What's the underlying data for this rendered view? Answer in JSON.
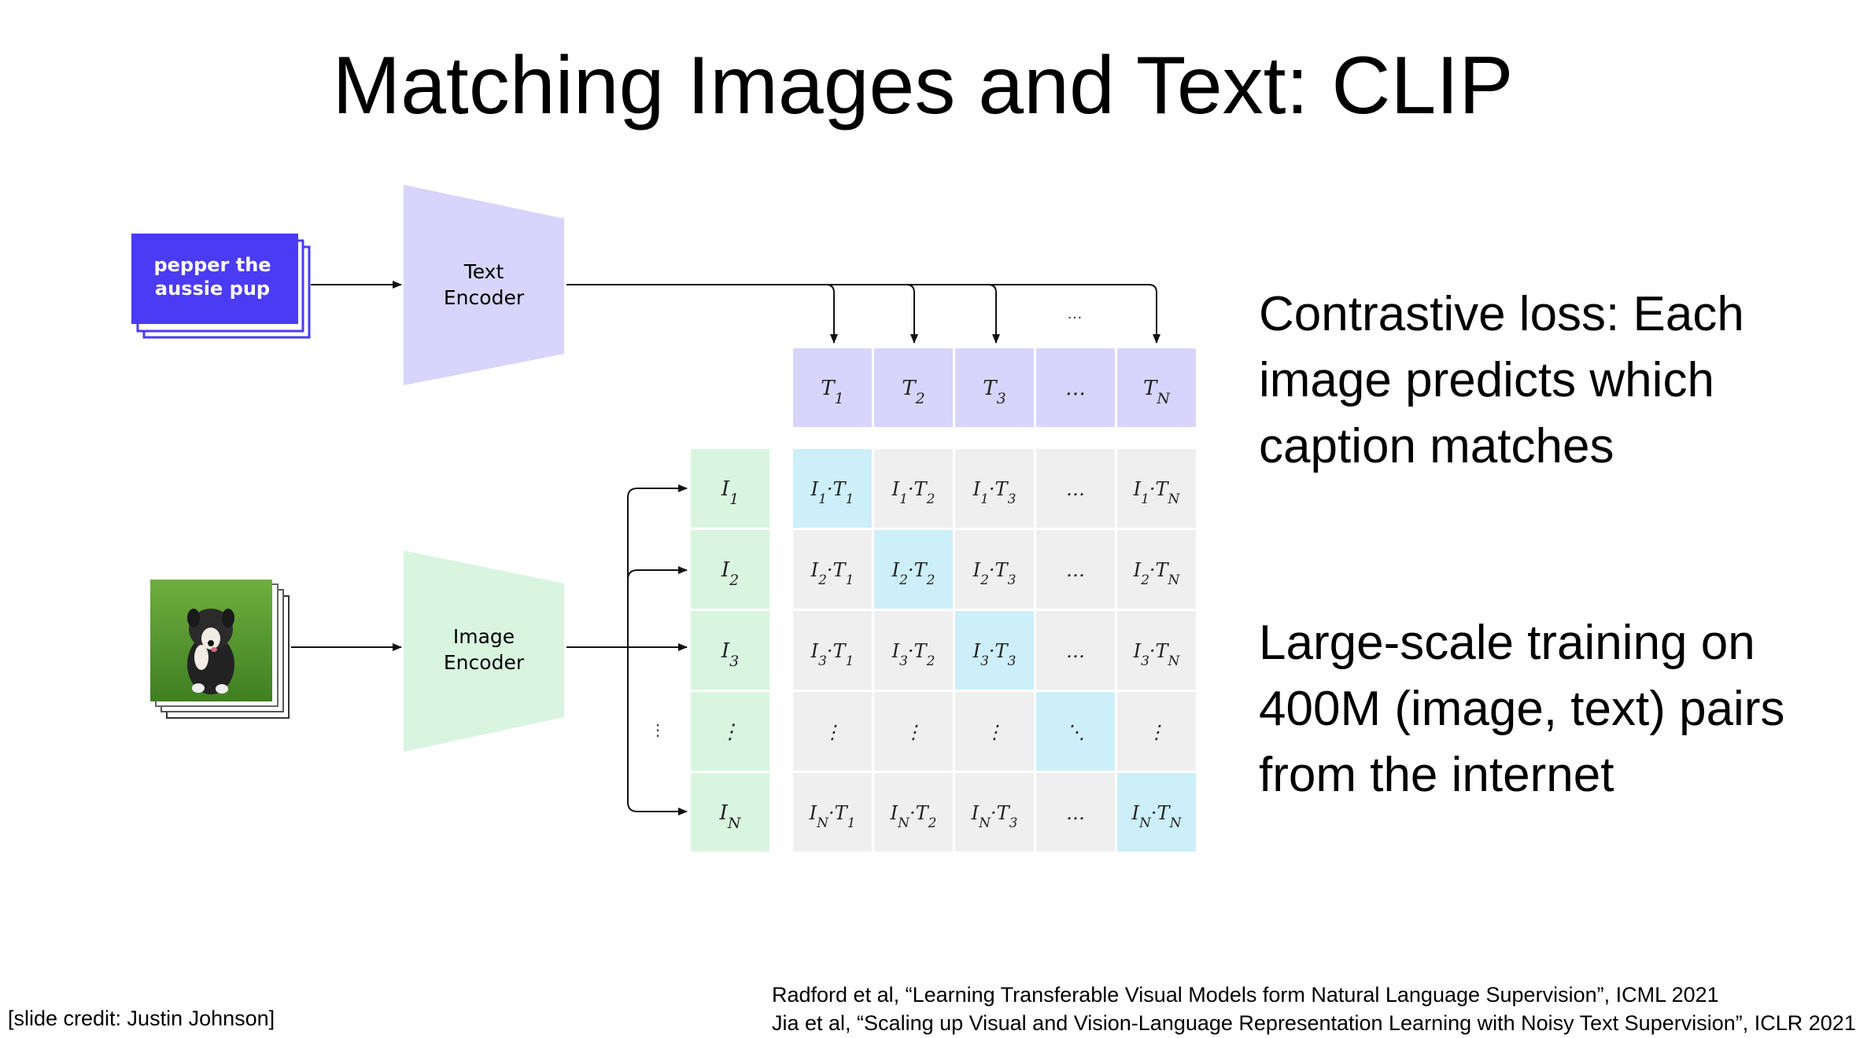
{
  "slide": {
    "title": "Matching Images and Text: CLIP",
    "bullets": [
      "Contrastive loss: Each image predicts which caption matches",
      "Large-scale training on 400M (image, text) pairs from the internet"
    ],
    "references": [
      "Radford et al, “Learning Transferable Visual Models form Natural Language Supervision”, ICML 2021",
      "Jia et al, “Scaling up Visual and Vision-Language Representation Learning with Noisy Text Supervision”, ICLR 2021"
    ],
    "credit": "[slide credit: Justin Johnson]"
  },
  "diagram": {
    "caption_text_line1": "pepper the",
    "caption_text_line2": "aussie pup",
    "text_encoder_line1": "Text",
    "text_encoder_line2": "Encoder",
    "image_encoder_line1": "Image",
    "image_encoder_line2": "Encoder",
    "text_features": [
      "T1",
      "T2",
      "T3",
      "…",
      "TN"
    ],
    "image_features": [
      "I1",
      "I2",
      "I3",
      "⋮",
      "IN"
    ],
    "matrix": [
      [
        "I1·T1",
        "I1·T2",
        "I1·T3",
        "…",
        "I1·TN"
      ],
      [
        "I2·T1",
        "I2·T2",
        "I2·T3",
        "…",
        "I2·TN"
      ],
      [
        "I3·T1",
        "I3·T2",
        "I3·T3",
        "…",
        "I3·TN"
      ],
      [
        "⋮",
        "⋮",
        "⋮",
        "⋱",
        "⋮"
      ],
      [
        "IN·T1",
        "IN·T2",
        "IN·T3",
        "…",
        "IN·TN"
      ]
    ],
    "colors": {
      "caption_card": "#4b3bf5",
      "text_encoder": "#d9d4fb",
      "image_encoder": "#d9f5e0",
      "text_feature_cell": "#d9d4fb",
      "image_feature_cell": "#d9f5e0",
      "matrix_cell": "#efefef",
      "diagonal_cell": "#cdeffa"
    }
  }
}
